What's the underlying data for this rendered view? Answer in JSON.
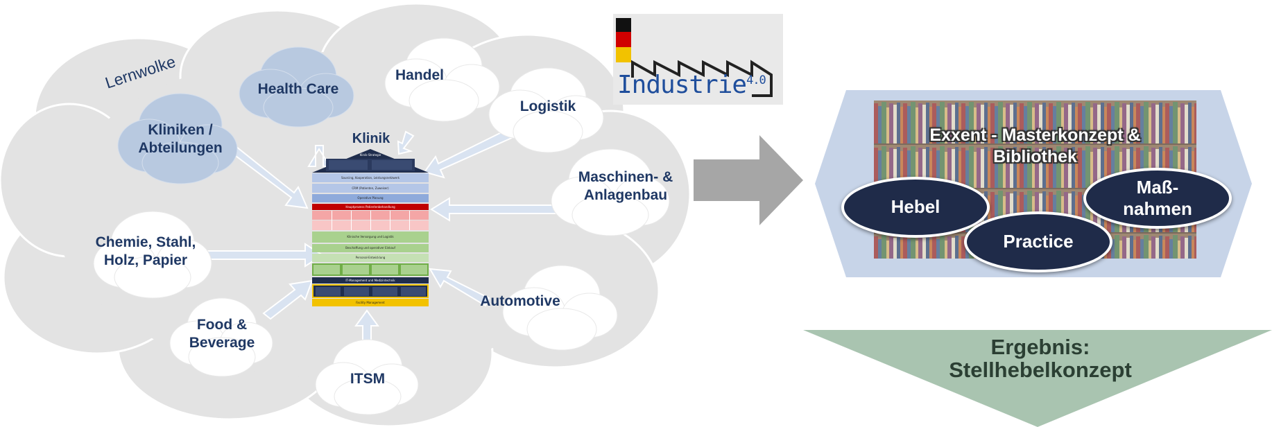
{
  "cloud": {
    "title": "Lernwolke",
    "labels": {
      "health_care": "Health Care",
      "handel": "Handel",
      "logistik": "Logistik",
      "kliniken_line1": "Kliniken /",
      "kliniken_line2": "Abteilungen",
      "maschinen_line1": "Maschinen- &",
      "maschinen_line2": "Anlagenbau",
      "chemie_line1": "Chemie, Stahl,",
      "chemie_line2": "Holz, Papier",
      "automotive": "Automotive",
      "food_line1": "Food &",
      "food_line2": "Beverage",
      "itsm": "ITSM"
    },
    "center_label": "Klinik"
  },
  "house": {
    "roof_title": "Klinik-Strategie",
    "rows": [
      "Sourcing, Kooperation, Leistungsnetzwerk",
      "CRM (Patienten, Zuweiser)",
      "Operative Planung",
      "Hauptprozess Patientenbehandlung",
      "Klinische Versorgung und Logistik",
      "Beschaffung und operativer Einkauf",
      "Personal-Entwicklung",
      "IT-Management und Medizintechnik",
      "Facility Management"
    ]
  },
  "logo": {
    "text_main": "Industrie",
    "text_version": "4.0"
  },
  "library": {
    "title_line1": "Exxent - Masterkonzept &",
    "title_line2": "Bibliothek",
    "ovals": {
      "hebel": "Hebel",
      "massnahmen_line1": "Maß-",
      "massnahmen_line2": "nahmen",
      "practice": "Practice"
    }
  },
  "result": {
    "line1": "Ergebnis:",
    "line2": "Stellhebelkonzept"
  },
  "colors": {
    "cloud_fill": "#e3e3e3",
    "cloud_stroke": "#ffffff",
    "blue_cloud": "#b8c9e0",
    "text_dark_blue": "#1f3864",
    "arrow_gray": "#a6a6a6",
    "hexagon": "#c7d4e8",
    "oval_fill": "#1f2b49",
    "triangle_green": "#a9c4b0",
    "triangle_text": "#2b3f33"
  }
}
